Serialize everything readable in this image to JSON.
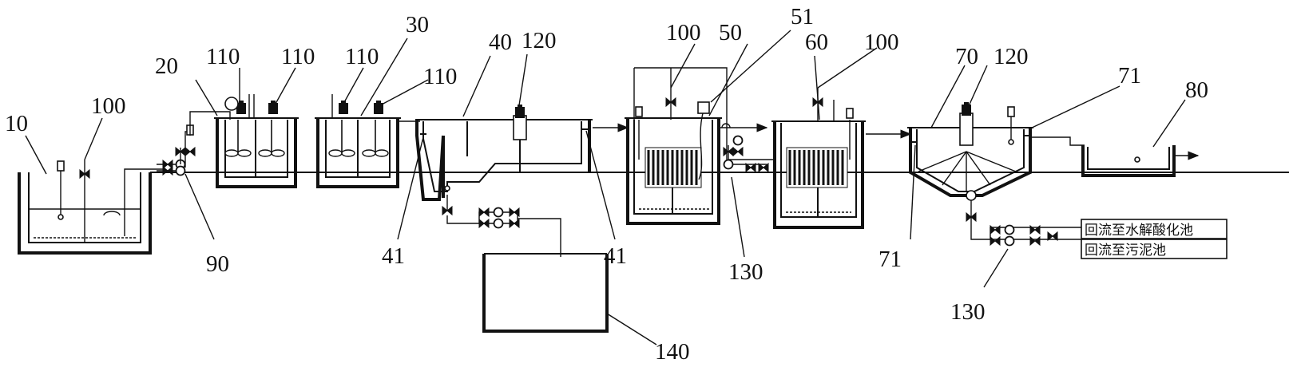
{
  "labels": {
    "l10": "10",
    "l100a": "100",
    "l20": "20",
    "l110a": "110",
    "l110b": "110",
    "l110c": "110",
    "l110d": "110",
    "l30": "30",
    "l40": "40",
    "l120a": "120",
    "l100b": "100",
    "l50": "50",
    "l51": "51",
    "l60": "60",
    "l100c": "100",
    "l70": "70",
    "l120b": "120",
    "l71a": "71",
    "l80": "80",
    "l90": "90",
    "l41a": "41",
    "l41b": "41",
    "l130a": "130",
    "l71b": "71",
    "l130b": "130",
    "l140": "140"
  },
  "notes": {
    "return_hydrolysis": "回流至水解酸化池",
    "return_sludge": "回流至污泥池"
  }
}
